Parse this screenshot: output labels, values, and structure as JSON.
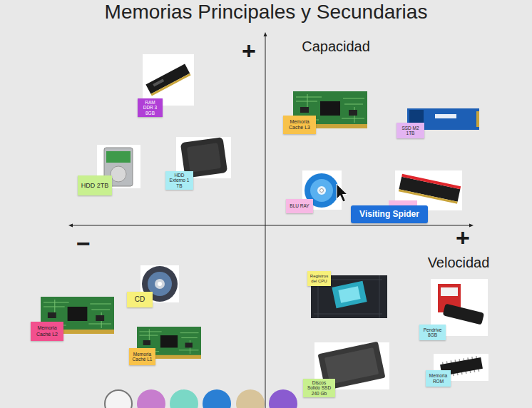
{
  "diagram": {
    "title": "Memorias Principales y Secundarias",
    "nodes": [
      {
        "text": [
          "RAM DDR 3 8GB"
        ]
      },
      {
        "text": [
          "HDD 2TB"
        ]
      },
      {
        "text": [
          "HDD Externo 1 TB"
        ]
      },
      {
        "text": [
          "Memoria Caché L3"
        ]
      },
      {
        "text": [
          "SSD M2 1TB"
        ]
      },
      {
        "text": [
          "BLU RAY"
        ]
      },
      {
        "text": [
          "Visiting Spider"
        ]
      },
      {
        "text": [
          "CD"
        ]
      },
      {
        "text": [
          "Memoria Caché L2"
        ]
      },
      {
        "text": [
          "Memoria Caché L1"
        ]
      },
      {
        "text": [
          "Registros del CPU"
        ]
      },
      {
        "text": [
          "Pendrive 8GB"
        ]
      },
      {
        "text": [
          "Discos Solido SSD 240 Gb"
        ]
      },
      {
        "text": [
          "Memoria ROM"
        ]
      }
    ],
    "labels": [
      "+",
      "Capacidad",
      "−",
      "+",
      "Velocidad"
    ]
  }
}
